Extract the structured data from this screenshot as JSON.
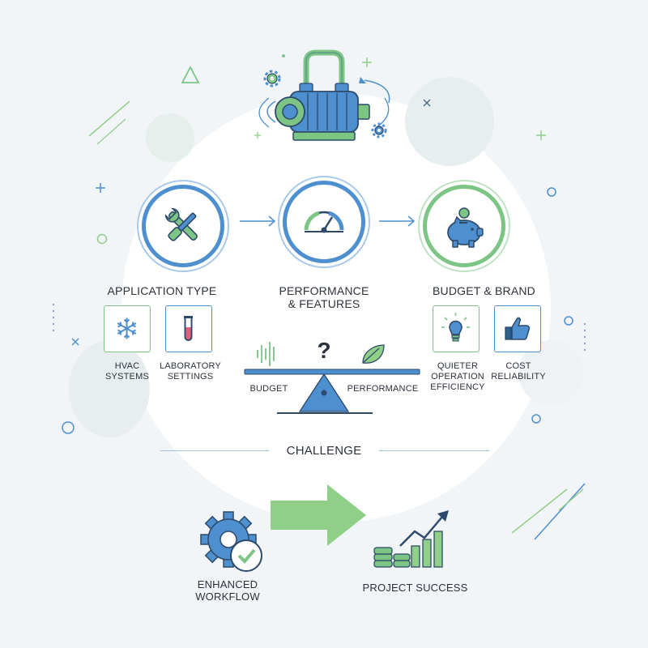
{
  "steps": [
    {
      "title_line1": "APPLICATION TYPE",
      "title_line2": "",
      "icon": "wrench-screwdriver-icon"
    },
    {
      "title_line1": "PERFORMANCE",
      "title_line2": "& FEATURES",
      "icon": "gauge-icon"
    },
    {
      "title_line1": "BUDGET & BRAND",
      "title_line2": "",
      "icon": "piggy-bank-icon"
    }
  ],
  "application_types": [
    {
      "line1": "HVAC",
      "line2": "SYSTEMS",
      "icon": "snowflake-icon"
    },
    {
      "line1": "LABORATORY",
      "line2": "SETTINGS",
      "icon": "test-tube-icon"
    }
  ],
  "brand_factors": [
    {
      "line1": "QUIETER",
      "line2": "OPERATION",
      "line3": "EFFICIENCY",
      "icon": "lightbulb-icon"
    },
    {
      "line1": "COST",
      "line2": "RELIABILITY",
      "line3": "",
      "icon": "thumbs-up-icon"
    }
  ],
  "balance": {
    "left_label": "BUDGET",
    "right_label": "PERFORMANCE",
    "symbol": "?"
  },
  "challenge": {
    "label": "CHALLENGE"
  },
  "outcome": {
    "left_line1": "ENHANCED",
    "left_line2": "WORKFLOW",
    "right_label": "PROJECT SUCCESS"
  },
  "colors": {
    "blue": "#4d8fcf",
    "dark_blue": "#2d5f8f",
    "green": "#7cc585",
    "light_green": "#8fcf87",
    "background": "#f2f5f8"
  }
}
